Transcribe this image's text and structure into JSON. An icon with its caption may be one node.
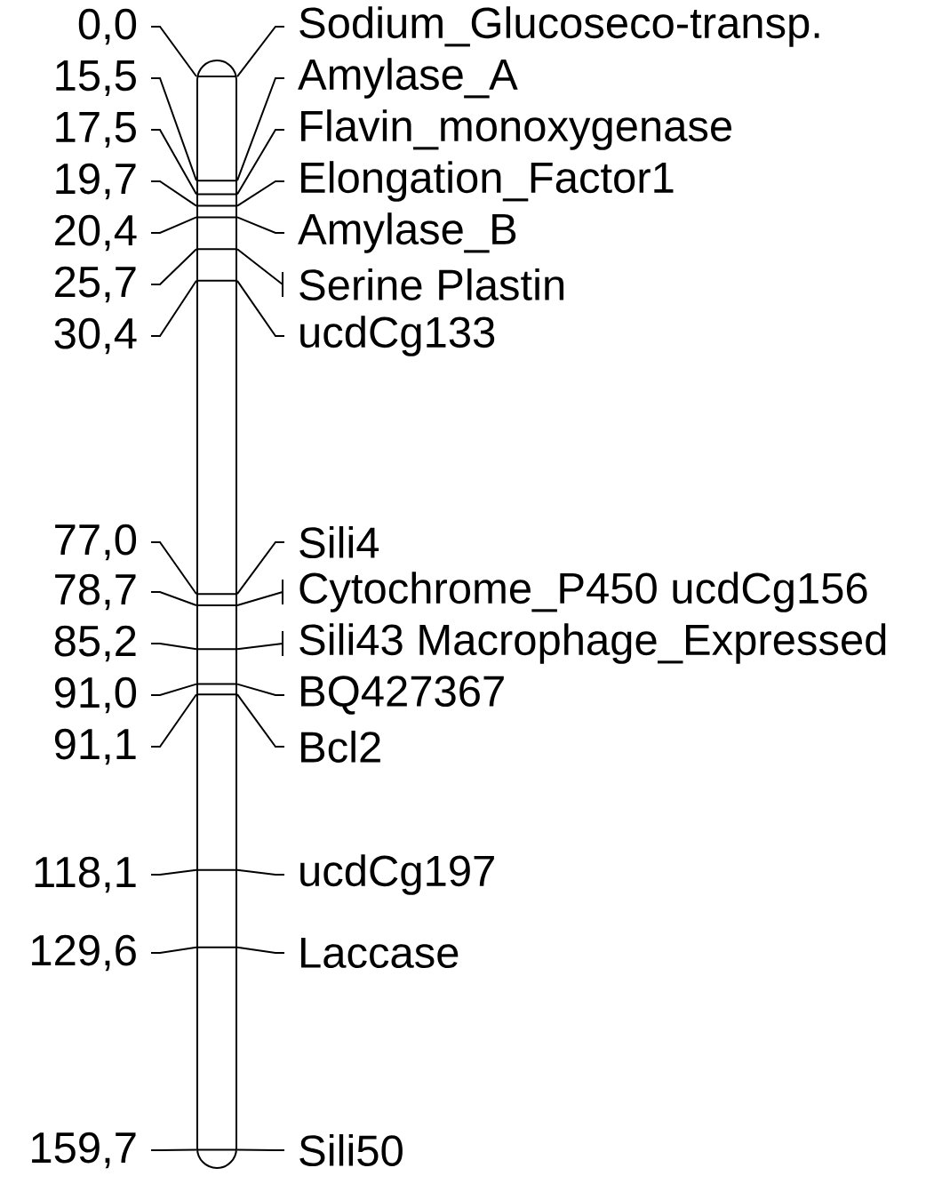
{
  "diagram": {
    "nodes": [
      {
        "text": [],
        "shape": "bar"
      },
      {
        "text": [
          "0,0"
        ]
      },
      {
        "text": [
          "Sodium_Glucoseco-transp."
        ]
      },
      {
        "text": [
          "15,5"
        ]
      },
      {
        "text": [
          "Amylase_A"
        ]
      },
      {
        "text": [
          "17,5"
        ]
      },
      {
        "text": [
          "Flavin_monoxygenase"
        ]
      },
      {
        "text": [
          "19,7"
        ]
      },
      {
        "text": [
          "Elongation_Factor1"
        ]
      },
      {
        "text": [
          "20,4"
        ]
      },
      {
        "text": [
          "Amylase_B"
        ]
      },
      {
        "text": [
          "25,7"
        ]
      },
      {
        "text": [
          "Serine Plastin"
        ]
      },
      {
        "text": [
          "30,4"
        ]
      },
      {
        "text": [
          "ucdCg133"
        ]
      },
      {
        "text": [
          "77,0"
        ]
      },
      {
        "text": [
          "Sili4"
        ]
      },
      {
        "text": [
          "78,7"
        ]
      },
      {
        "text": [
          "Cytochrome_P450 ucdCg156"
        ]
      },
      {
        "text": [
          "85,2"
        ]
      },
      {
        "text": [
          "Sili43 Macrophage_Expressed"
        ]
      },
      {
        "text": [
          "91,0"
        ]
      },
      {
        "text": [
          "BQ427367"
        ]
      },
      {
        "text": [
          "91,1"
        ]
      },
      {
        "text": [
          "Bcl2"
        ]
      },
      {
        "text": [
          "118,1"
        ]
      },
      {
        "text": [
          "ucdCg197"
        ]
      },
      {
        "text": [
          "129,6"
        ]
      },
      {
        "text": [
          "Laccase"
        ]
      },
      {
        "text": [
          "159,7"
        ]
      },
      {
        "text": [
          "Sili50"
        ]
      }
    ],
    "edges": [
      {
        "from": 1,
        "to": 0,
        "arrow": "none"
      },
      {
        "from": 2,
        "to": 0,
        "arrow": "none"
      },
      {
        "from": 3,
        "to": 0,
        "arrow": "none"
      },
      {
        "from": 4,
        "to": 0,
        "arrow": "none"
      },
      {
        "from": 5,
        "to": 0,
        "arrow": "none"
      },
      {
        "from": 6,
        "to": 0,
        "arrow": "none"
      },
      {
        "from": 7,
        "to": 0,
        "arrow": "none"
      },
      {
        "from": 8,
        "to": 0,
        "arrow": "none"
      },
      {
        "from": 9,
        "to": 0,
        "arrow": "none"
      },
      {
        "from": 10,
        "to": 0,
        "arrow": "none"
      },
      {
        "from": 11,
        "to": 0,
        "arrow": "none"
      },
      {
        "from": 12,
        "to": 0,
        "arrow": "none"
      },
      {
        "from": 13,
        "to": 0,
        "arrow": "none"
      },
      {
        "from": 14,
        "to": 0,
        "arrow": "none"
      },
      {
        "from": 15,
        "to": 0,
        "arrow": "none"
      },
      {
        "from": 16,
        "to": 0,
        "arrow": "none"
      },
      {
        "from": 17,
        "to": 0,
        "arrow": "none"
      },
      {
        "from": 18,
        "to": 0,
        "arrow": "none"
      },
      {
        "from": 19,
        "to": 0,
        "arrow": "none"
      },
      {
        "from": 20,
        "to": 0,
        "arrow": "none"
      },
      {
        "from": 21,
        "to": 0,
        "arrow": "none"
      },
      {
        "from": 22,
        "to": 0,
        "arrow": "none"
      },
      {
        "from": 23,
        "to": 0,
        "arrow": "none"
      },
      {
        "from": 24,
        "to": 0,
        "arrow": "none"
      },
      {
        "from": 25,
        "to": 0,
        "arrow": "none"
      },
      {
        "from": 26,
        "to": 0,
        "arrow": "none"
      },
      {
        "from": 27,
        "to": 0,
        "arrow": "none"
      },
      {
        "from": 28,
        "to": 0,
        "arrow": "none"
      },
      {
        "from": 29,
        "to": 0,
        "arrow": "none"
      },
      {
        "from": 30,
        "to": 0,
        "arrow": "none"
      }
    ]
  }
}
